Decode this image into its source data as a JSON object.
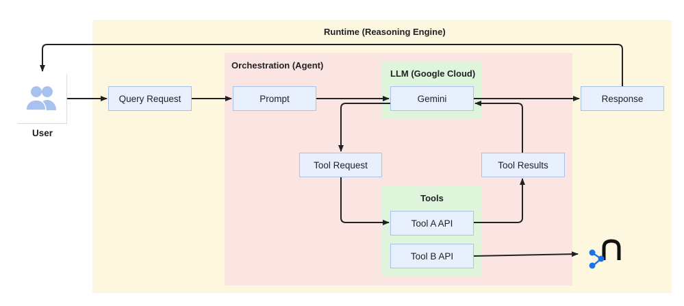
{
  "diagram": {
    "regions": {
      "runtime": "Runtime (Reasoning Engine)",
      "orchestration": "Orchestration (Agent)",
      "llm": "LLM (Google Cloud)",
      "tools": "Tools"
    },
    "user": {
      "label": "User",
      "icon": "users-icon"
    },
    "nodes": {
      "query_request": "Query Request",
      "prompt": "Prompt",
      "gemini": "Gemini",
      "response": "Response",
      "tool_request": "Tool Request",
      "tool_results": "Tool Results",
      "tool_a_api": "Tool A API",
      "tool_b_api": "Tool B API"
    },
    "external_icon": "connector-logo-icon",
    "colors": {
      "runtime_bg": "#fdf7e0",
      "orchestration_bg": "#fbe5e3",
      "group_bg": "#def5dc",
      "node_bg": "#e8f0fe",
      "node_border": "#a9c1ea",
      "user_icon": "#a8c2f0",
      "logo_blue": "#1a73e8"
    }
  }
}
